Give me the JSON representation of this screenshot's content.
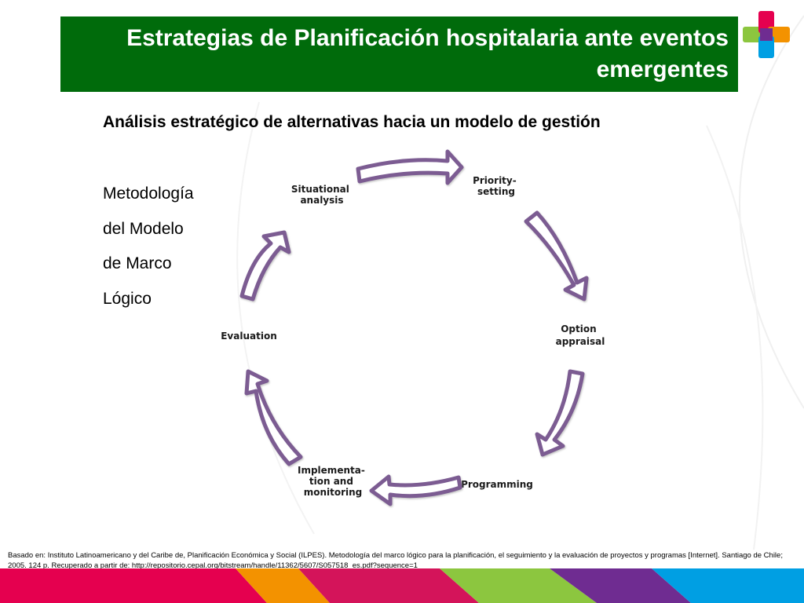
{
  "header": {
    "title": "Estrategias de Planificación hospitalaria ante eventos emergentes"
  },
  "content": {
    "subtitle": "Análisis estratégico de alternativas hacia un modelo de gestión",
    "method_lines": [
      "Metodología",
      "del Modelo",
      "de Marco",
      "Lógico"
    ]
  },
  "diagram": {
    "stages": [
      {
        "lines": [
          "Situational",
          "analysis"
        ]
      },
      {
        "lines": [
          "Priority-",
          "setting"
        ]
      },
      {
        "lines": [
          "Option",
          "appraisal"
        ]
      },
      {
        "lines": [
          "Programming"
        ]
      },
      {
        "lines": [
          "Implementa-",
          "tion and",
          "monitoring"
        ]
      },
      {
        "lines": [
          "Evaluation"
        ]
      }
    ],
    "arrow_color": "#7b5c92"
  },
  "footer": {
    "citation": "Basado en: Instituto Latinoamericano y del Caribe de, Planificación Económica y Social (ILPES). Metodología del marco lógico para la planificación, el seguimiento y la evaluación de proyectos y programas [Internet]. Santiago de Chile; 2005. 124 p. Recuperado a partir de: http://repositorio.cepal.org/bitstream/handle/11362/5607/S057518_es.pdf?sequence=1"
  },
  "colors": {
    "title_bar": "#006b0b",
    "logo_green": "#8cc63f",
    "logo_red": "#e5004f",
    "logo_orange": "#f39200",
    "logo_blue": "#009fe3",
    "logo_purple": "#6f2c91"
  }
}
